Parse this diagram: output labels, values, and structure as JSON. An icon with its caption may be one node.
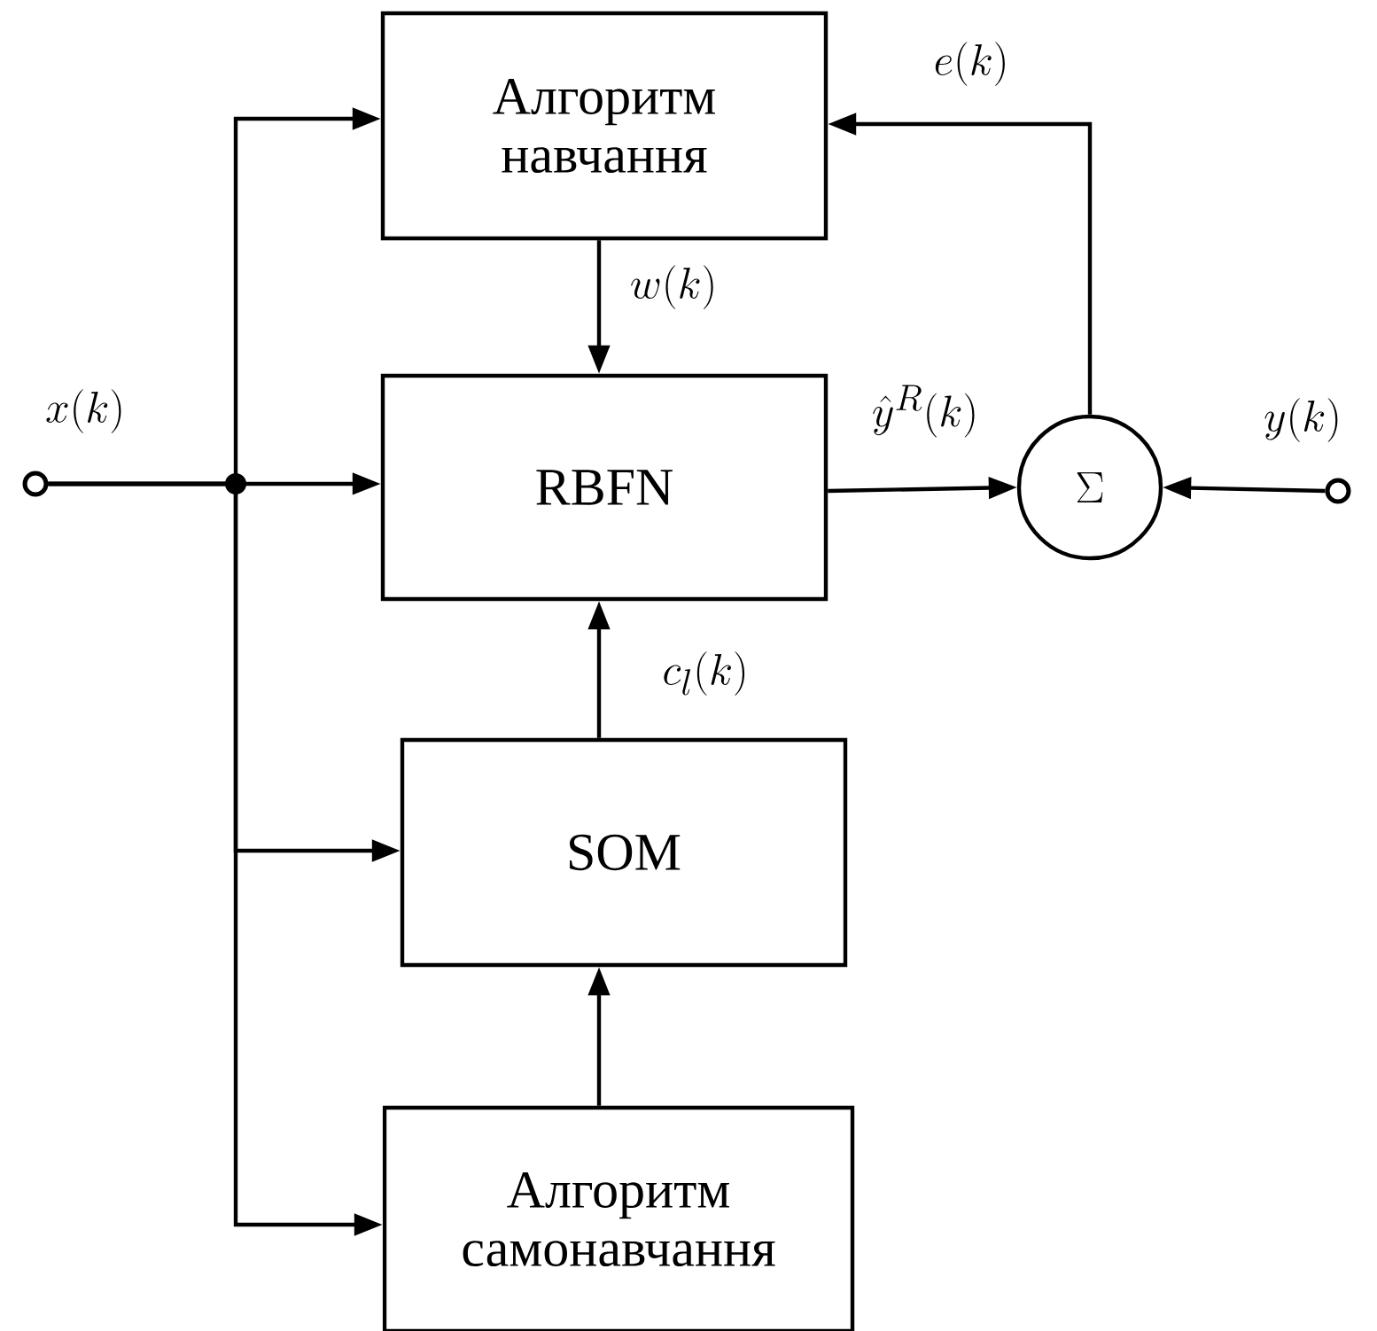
{
  "diagram": {
    "nodes": [
      {
        "text": [
          "Алгоритм навчання"
        ]
      },
      {
        "text": [
          "RBFN"
        ]
      },
      {
        "text": [
          "\\Sigma"
        ]
      },
      {
        "text": [
          "SOM"
        ]
      },
      {
        "text": [
          "Алгоритм самонавчання"
        ]
      },
      {
        "text": [],
        "shape": "circle",
        "beside": [
          "x(k)"
        ]
      },
      {
        "text": [],
        "shape": "circle",
        "beside": [
          "y(k)"
        ]
      }
    ],
    "edges": [
      {
        "from": 5,
        "to": 0,
        "arrow": "to"
      },
      {
        "from": 5,
        "to": 1,
        "arrow": "to"
      },
      {
        "from": 5,
        "to": 3,
        "arrow": "to"
      },
      {
        "from": 5,
        "to": 4,
        "arrow": "to"
      },
      {
        "from": 0,
        "to": 1,
        "arrow": "to",
        "label": "w(k)"
      },
      {
        "from": 1,
        "to": 2,
        "arrow": "to",
        "label": "\\hat{y}^{R}(k)"
      },
      {
        "from": 6,
        "to": 2,
        "arrow": "to"
      },
      {
        "from": 2,
        "to": 0,
        "arrow": "to",
        "label": "e(k)"
      },
      {
        "from": 3,
        "to": 1,
        "arrow": "to",
        "label": "c_{l}(k)"
      },
      {
        "from": 4,
        "to": 3,
        "arrow": "to"
      }
    ]
  }
}
